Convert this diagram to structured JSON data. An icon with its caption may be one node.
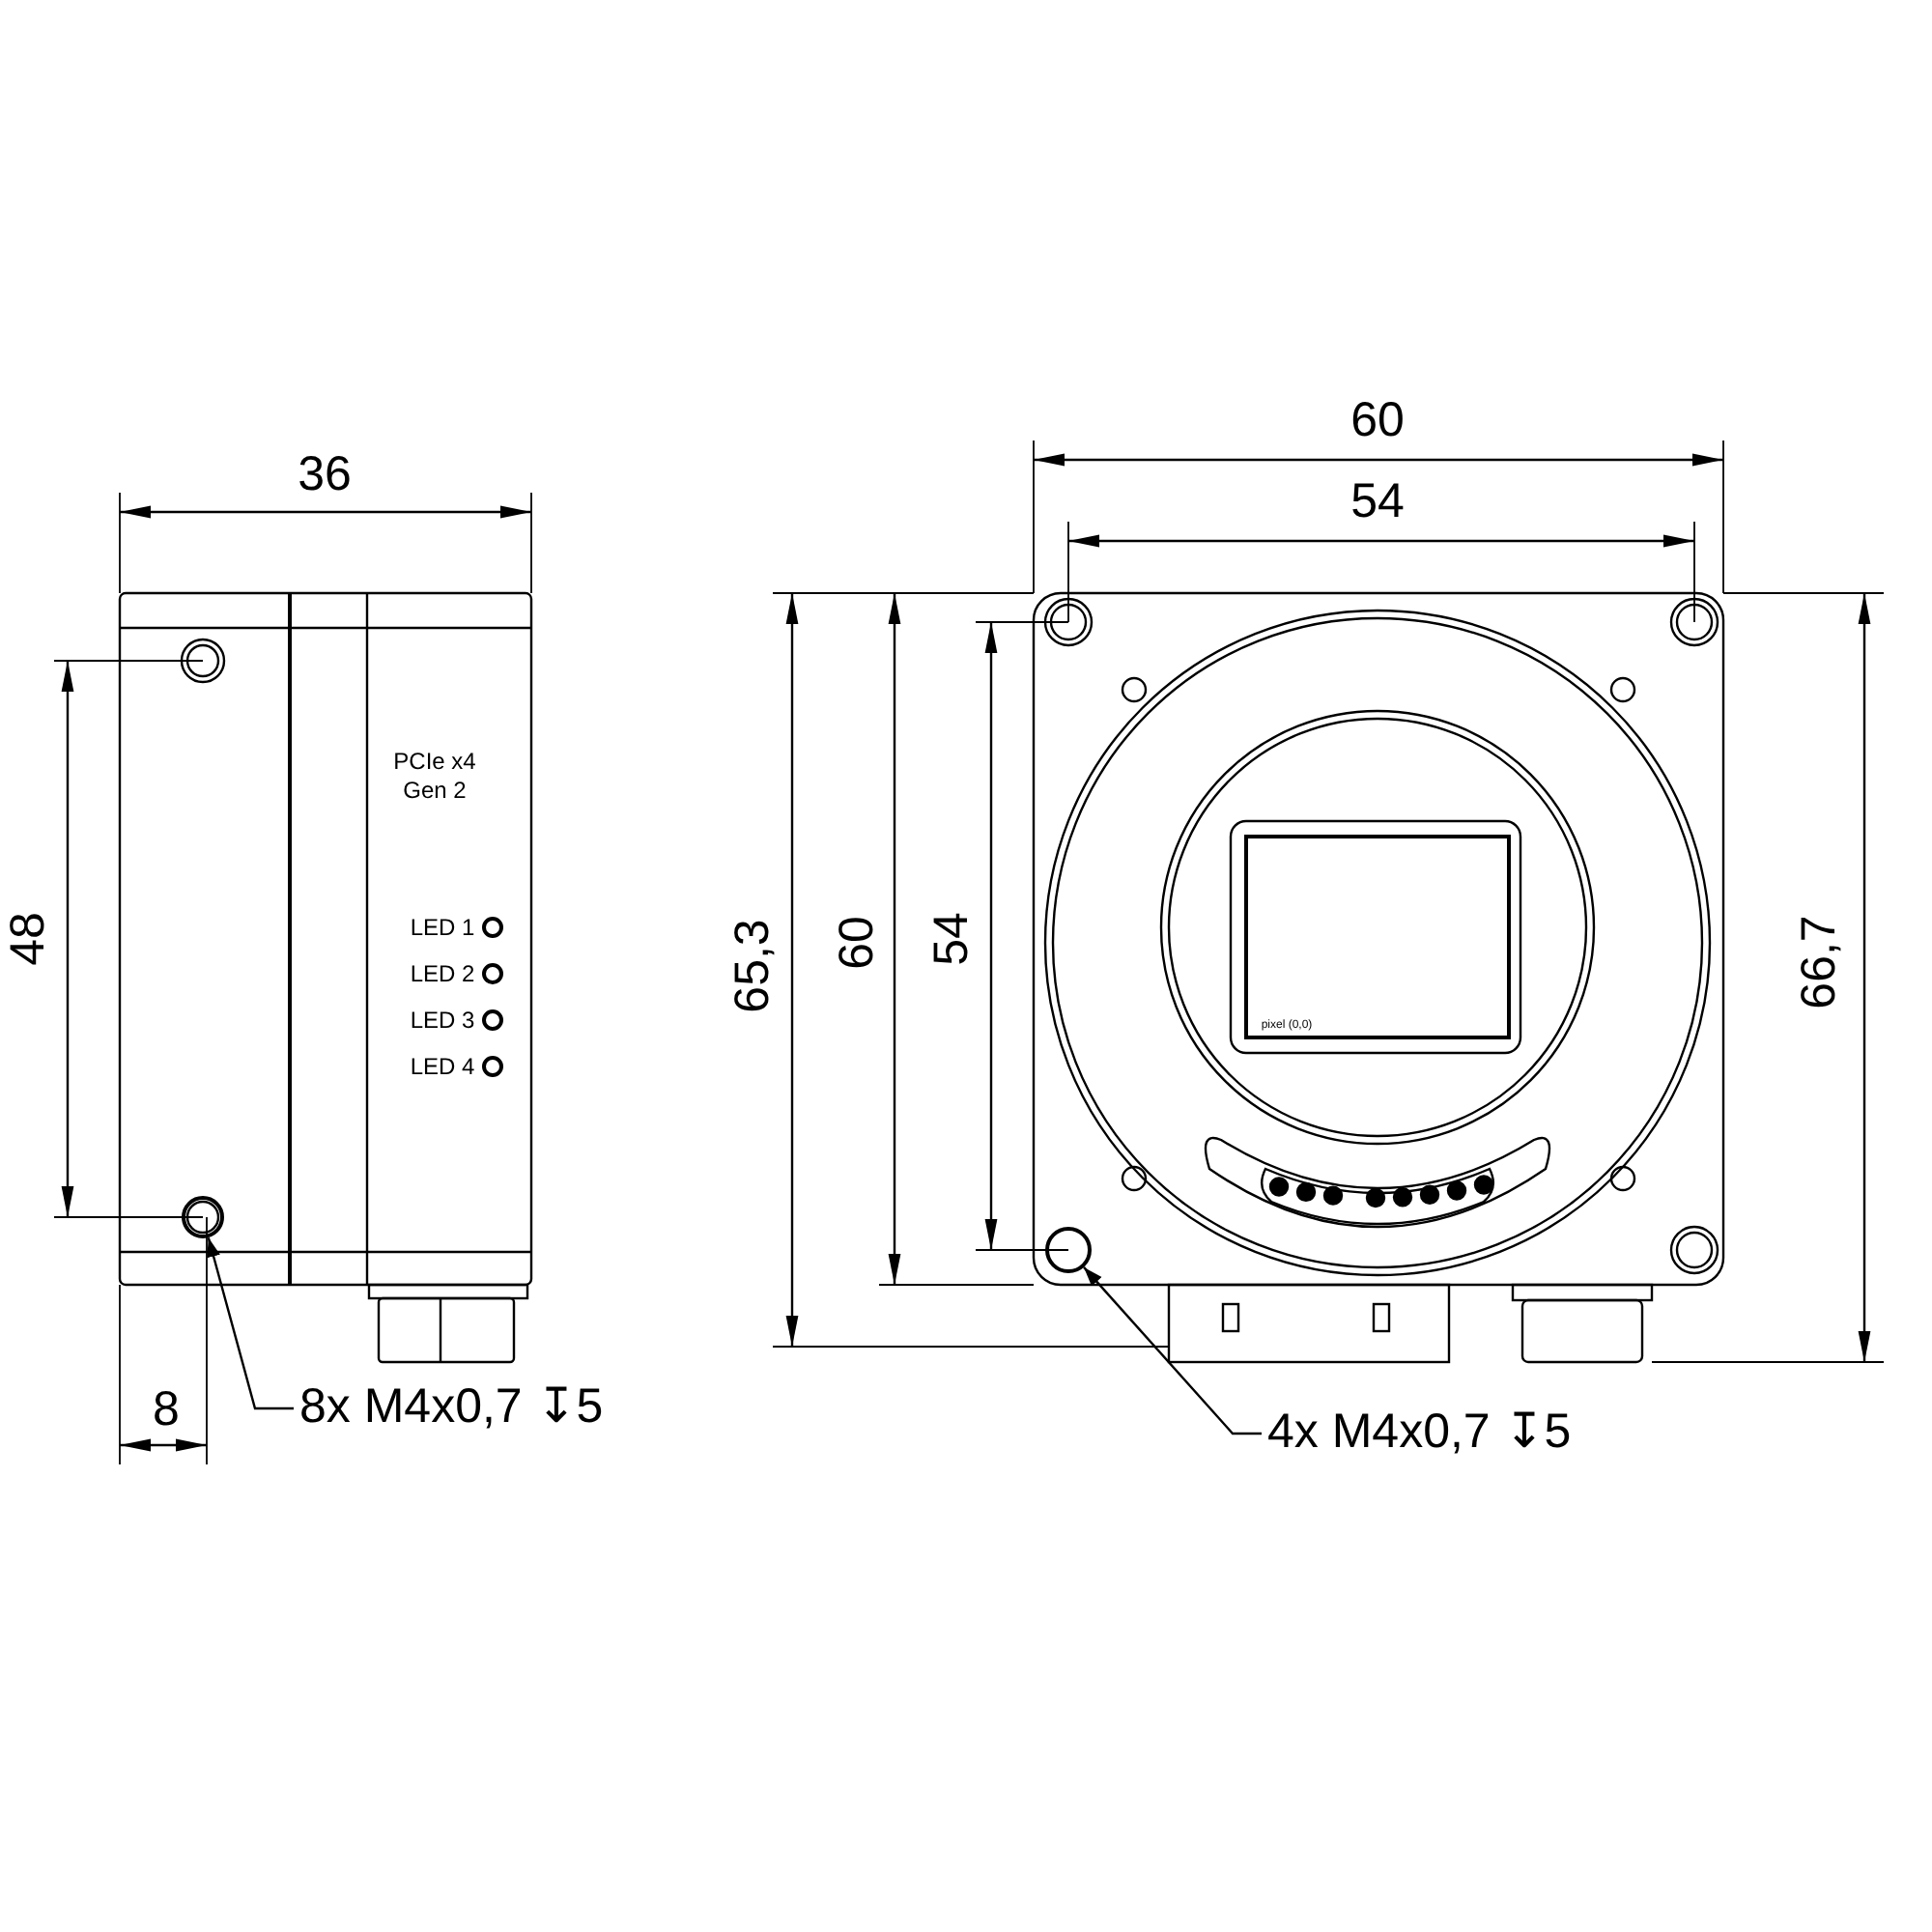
{
  "diagram": {
    "nodes": [
      {
        "text": [
          "8x M4x0,7 ↧5"
        ]
      },
      {
        "text": [],
        "shape": "circle"
      },
      {
        "text": [
          "4x M4x0,7 ↧5"
        ]
      },
      {
        "text": [],
        "shape": "circle"
      }
    ],
    "edges": [
      {
        "from": 0,
        "to": 1,
        "arrow": "to"
      },
      {
        "from": 2,
        "to": 3,
        "arrow": "to"
      }
    ],
    "labels": [
      "60",
      "36",
      "54",
      "48",
      "65,3",
      "60",
      "54",
      "66,7",
      "PCIe x4 Gen 2",
      "LED 1",
      "LED 2",
      "LED 3",
      "LED 4",
      "pixel (0,0)",
      "8"
    ]
  }
}
